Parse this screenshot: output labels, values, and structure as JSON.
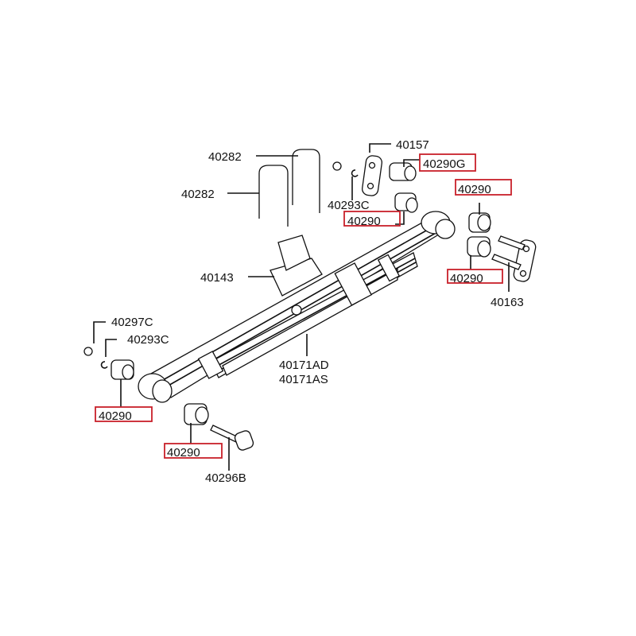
{
  "labels": {
    "u_bolt_a": "40282",
    "u_bolt_b": "40282",
    "shackle_plate": "40157",
    "bushing_g": "40290G",
    "snap_ring_top": "40293C",
    "bushing_top_mid": "40290",
    "bushing_right_top": "40290",
    "bushing_right_bottom": "40290",
    "shackle_right": "40163",
    "bump_stop_seat": "40143",
    "nut_left": "40297C",
    "snap_ring_left": "40293C",
    "spring_ad": "40171AD",
    "spring_as": "40171AS",
    "bushing_left": "40290",
    "bushing_bottom": "40290",
    "bolt": "40296B"
  },
  "colors": {
    "highlight_box": "#c8202a",
    "line": "#111111"
  }
}
